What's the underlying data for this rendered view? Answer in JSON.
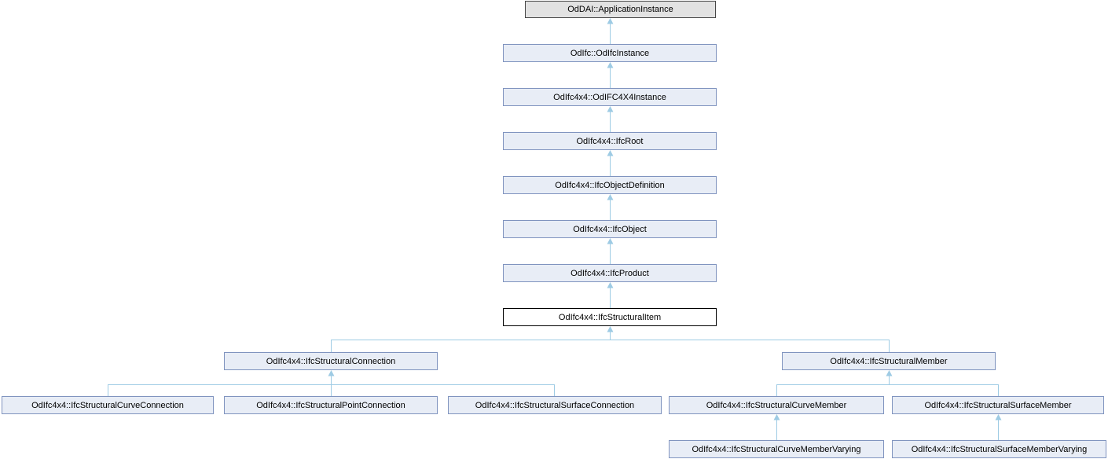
{
  "diagram": {
    "type": "class-inheritance-graph",
    "colors": {
      "background": "#ffffff",
      "edge": "#9ecbe4",
      "node_fill": "#e8edf6",
      "node_border": "#8094bf",
      "root_node_fill": "#e2e2e2",
      "root_node_border": "#474747",
      "current_node_fill": "#ffffff",
      "current_node_border": "#000000",
      "text": "#000000"
    },
    "nodes": [
      {
        "label": "OdDAI::ApplicationInstance",
        "kind": "external-base"
      },
      {
        "label": "OdIfc::OdIfcInstance",
        "kind": "linked"
      },
      {
        "label": "OdIfc4x4::OdIFC4X4Instance",
        "kind": "linked"
      },
      {
        "label": "OdIfc4x4::IfcRoot",
        "kind": "linked"
      },
      {
        "label": "OdIfc4x4::IfcObjectDefinition",
        "kind": "linked"
      },
      {
        "label": "OdIfc4x4::IfcObject",
        "kind": "linked"
      },
      {
        "label": "OdIfc4x4::IfcProduct",
        "kind": "linked"
      },
      {
        "label": "OdIfc4x4::IfcStructuralItem",
        "kind": "current"
      },
      {
        "label": "OdIfc4x4::IfcStructuralConnection",
        "kind": "linked"
      },
      {
        "label": "OdIfc4x4::IfcStructuralMember",
        "kind": "linked"
      },
      {
        "label": "OdIfc4x4::IfcStructuralCurveConnection",
        "kind": "linked"
      },
      {
        "label": "OdIfc4x4::IfcStructuralPointConnection",
        "kind": "linked"
      },
      {
        "label": "OdIfc4x4::IfcStructuralSurfaceConnection",
        "kind": "linked"
      },
      {
        "label": "OdIfc4x4::IfcStructuralCurveMember",
        "kind": "linked"
      },
      {
        "label": "OdIfc4x4::IfcStructuralSurfaceMember",
        "kind": "linked"
      },
      {
        "label": "OdIfc4x4::IfcStructuralCurveMemberVarying",
        "kind": "linked"
      },
      {
        "label": "OdIfc4x4::IfcStructuralSurfaceMemberVarying",
        "kind": "linked"
      }
    ],
    "edges": [
      {
        "derived": "OdIfc::OdIfcInstance",
        "base": "OdDAI::ApplicationInstance"
      },
      {
        "derived": "OdIfc4x4::OdIFC4X4Instance",
        "base": "OdIfc::OdIfcInstance"
      },
      {
        "derived": "OdIfc4x4::IfcRoot",
        "base": "OdIfc4x4::OdIFC4X4Instance"
      },
      {
        "derived": "OdIfc4x4::IfcObjectDefinition",
        "base": "OdIfc4x4::IfcRoot"
      },
      {
        "derived": "OdIfc4x4::IfcObject",
        "base": "OdIfc4x4::IfcObjectDefinition"
      },
      {
        "derived": "OdIfc4x4::IfcProduct",
        "base": "OdIfc4x4::IfcObject"
      },
      {
        "derived": "OdIfc4x4::IfcStructuralItem",
        "base": "OdIfc4x4::IfcProduct"
      },
      {
        "derived": "OdIfc4x4::IfcStructuralConnection",
        "base": "OdIfc4x4::IfcStructuralItem"
      },
      {
        "derived": "OdIfc4x4::IfcStructuralMember",
        "base": "OdIfc4x4::IfcStructuralItem"
      },
      {
        "derived": "OdIfc4x4::IfcStructuralCurveConnection",
        "base": "OdIfc4x4::IfcStructuralConnection"
      },
      {
        "derived": "OdIfc4x4::IfcStructuralPointConnection",
        "base": "OdIfc4x4::IfcStructuralConnection"
      },
      {
        "derived": "OdIfc4x4::IfcStructuralSurfaceConnection",
        "base": "OdIfc4x4::IfcStructuralConnection"
      },
      {
        "derived": "OdIfc4x4::IfcStructuralCurveMember",
        "base": "OdIfc4x4::IfcStructuralMember"
      },
      {
        "derived": "OdIfc4x4::IfcStructuralSurfaceMember",
        "base": "OdIfc4x4::IfcStructuralMember"
      },
      {
        "derived": "OdIfc4x4::IfcStructuralCurveMemberVarying",
        "base": "OdIfc4x4::IfcStructuralCurveMember"
      },
      {
        "derived": "OdIfc4x4::IfcStructuralSurfaceMemberVarying",
        "base": "OdIfc4x4::IfcStructuralSurfaceMember"
      }
    ]
  }
}
